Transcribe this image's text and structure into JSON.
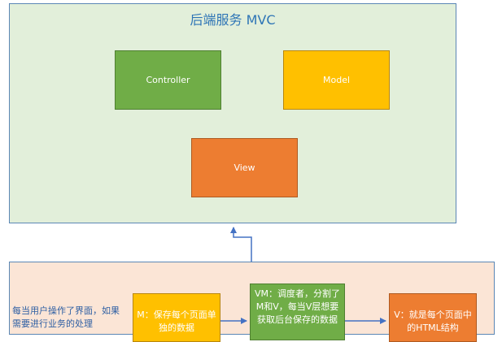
{
  "mvc": {
    "title": "后端服务 MVC",
    "controller": "Controller",
    "model": "Model",
    "view": "View"
  },
  "mvvm": {
    "note": "每当用户操作了界面，如果需要进行业务的处理",
    "m_box": "M：保存每个页面单独的数据",
    "vm_box": "VM：调度者，分割了M和V，每当V层想要获取后台保存的数据",
    "v_box": "V：就是每个页面中的HTML结构"
  },
  "colors": {
    "mvc_background": "#e2efda",
    "mvvm_background": "#fbe5d6",
    "border_blue": "#5b87b5",
    "green": "#70ad47",
    "yellow": "#ffc000",
    "orange": "#ed7d31",
    "title_blue": "#2e75b6",
    "arrow_blue": "#4472c4"
  }
}
